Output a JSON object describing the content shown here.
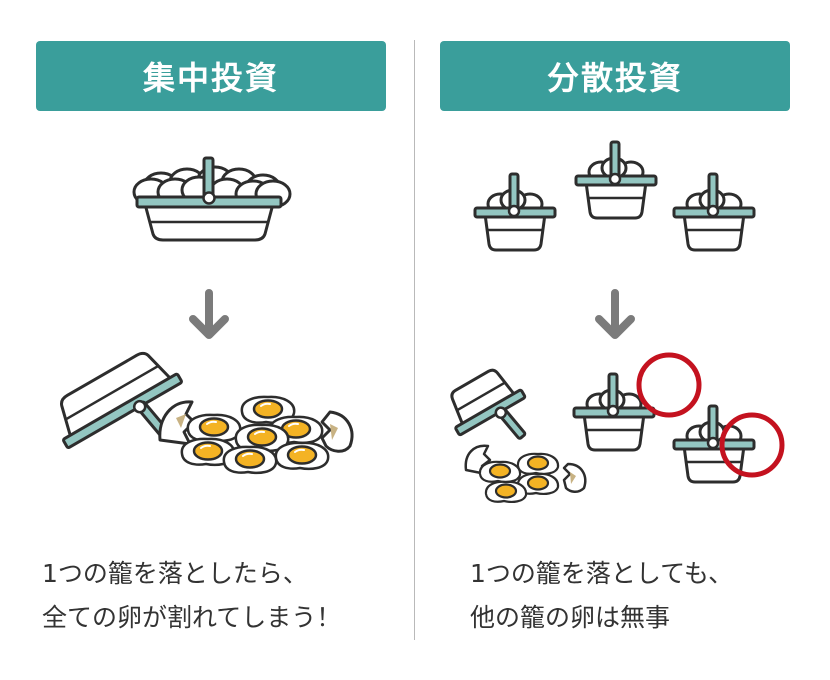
{
  "colors": {
    "header_bg": "#3a9e9b",
    "basket_rim": "#93c6c1",
    "outline": "#2d2d2d",
    "arrow": "#7b7b7b",
    "yolk": "#f4b324",
    "shell_inner": "#c8b283",
    "highlight_ring": "#c4121f",
    "divider": "#b9b9b9"
  },
  "left": {
    "title": "集中投資",
    "caption_line1": "1つの籠を落としたら、",
    "caption_line2": "全ての卵が割れてしまう！"
  },
  "right": {
    "title": "分散投資",
    "caption_line1": "1つの籠を落としても、",
    "caption_line2": "他の籠の卵は無事"
  },
  "icons": {
    "full_basket": "basket-of-eggs-icon",
    "small_basket": "small-basket-icon",
    "arrow": "down-arrow-icon",
    "overturned_basket": "overturned-basket-icon",
    "broken_egg": "fried-egg-icon",
    "ring": "highlight-circle-icon"
  }
}
